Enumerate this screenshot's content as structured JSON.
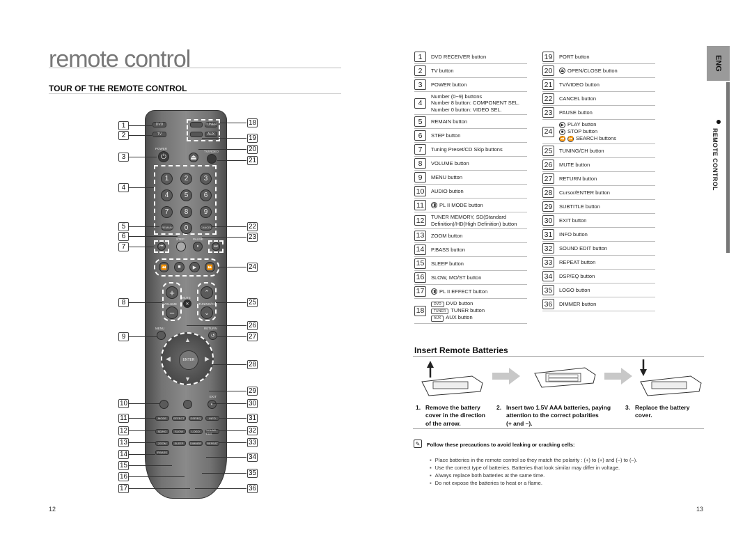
{
  "title": "remote control",
  "heading": "TOUR OF THE REMOTE CONTROL",
  "remote": {
    "dvd": "DVD",
    "tv": "TV",
    "tuner": "TUNER",
    "aux": "AUX",
    "power": "POWER",
    "tv_video": "TV/VIDEO",
    "digits": [
      "1",
      "2",
      "3",
      "4",
      "5",
      "6",
      "7",
      "8",
      "9",
      "0"
    ],
    "remain": "REMAIN",
    "cancel": "CANCEL",
    "step": "STEP",
    "pause": "PAUSE",
    "volume": "VOLUME",
    "mute": "MUTE",
    "tuning": "TUNING/CH",
    "menu": "MENU",
    "return": "RETURN",
    "enter": "ENTER",
    "exit": "EXIT",
    "audio": "AUDIO",
    "subtitle": "SUBTITLE",
    "info": "INFO",
    "mode": "MODE",
    "sd_hd": "SD/HD",
    "effect": "EFFECT",
    "tuner_memory": "TUNER MEMORY",
    "zoom": "ZOOM",
    "sleep": "SLEEP",
    "slow": "SLOW",
    "repeat": "REPEAT",
    "sound_edit": "SOUND EDIT",
    "pbass": "P.BASS",
    "dsp": "DSP/EQ",
    "logo": "LOGO",
    "dimmer": "DIMMER"
  },
  "callouts_left": [
    "1",
    "2",
    "3",
    "4",
    "5",
    "6",
    "7",
    "8",
    "9",
    "10",
    "11",
    "12",
    "13",
    "14",
    "15",
    "16",
    "17"
  ],
  "callouts_right": [
    "18",
    "19",
    "20",
    "21",
    "22",
    "23",
    "24",
    "25",
    "26",
    "27",
    "28",
    "29",
    "30",
    "31",
    "32",
    "33",
    "34",
    "35",
    "36"
  ],
  "index_left": [
    {
      "n": "1",
      "text": "DVD RECEIVER button"
    },
    {
      "n": "2",
      "text": "TV button"
    },
    {
      "n": "3",
      "text": "POWER button"
    },
    {
      "n": "4",
      "text": "Number (0~9) buttons\nNumber 8 button: COMPONENT SEL.\nNumber 0 button: VIDEO SEL."
    },
    {
      "n": "5",
      "text": "REMAIN button"
    },
    {
      "n": "6",
      "text": "STEP button"
    },
    {
      "n": "7",
      "text": "Tuning Preset/CD Skip buttons"
    },
    {
      "n": "8",
      "text": "VOLUME button"
    },
    {
      "n": "9",
      "text": "MENU button"
    },
    {
      "n": "10",
      "text": "AUDIO button"
    },
    {
      "n": "11",
      "text": "PL II MODE button"
    },
    {
      "n": "12",
      "text": "TUNER MEMORY, SD(Standard\nDefinition)/HD(High Definition) button"
    },
    {
      "n": "13",
      "text": "ZOOM button"
    },
    {
      "n": "14",
      "text": "P.BASS button"
    },
    {
      "n": "15",
      "text": "SLEEP button"
    },
    {
      "n": "16",
      "text": "SLOW, MO/ST button"
    },
    {
      "n": "17",
      "text": "PL II EFFECT button"
    },
    {
      "n": "18",
      "dvd": "DVD",
      "dvd_text": "DVD button",
      "tuner": "TUNER",
      "tuner_text": "TUNER button",
      "aux": "AUX",
      "aux_text": "AUX button"
    }
  ],
  "index_right": [
    {
      "n": "19",
      "text": "PORT button"
    },
    {
      "n": "20",
      "text": "OPEN/CLOSE button"
    },
    {
      "n": "21",
      "text": "TV/VIDEO button"
    },
    {
      "n": "22",
      "text": "CANCEL button"
    },
    {
      "n": "23",
      "text": "PAUSE button"
    },
    {
      "n": "24",
      "play": "PLAY button",
      "stop": "STOP button",
      "search": "SEARCH buttons"
    },
    {
      "n": "25",
      "text": "TUNING/CH button"
    },
    {
      "n": "26",
      "text": "MUTE button"
    },
    {
      "n": "27",
      "text": "RETURN button"
    },
    {
      "n": "28",
      "text": "Cursor/ENTER button"
    },
    {
      "n": "29",
      "text": "SUBTITLE button"
    },
    {
      "n": "30",
      "text": "EXIT button"
    },
    {
      "n": "31",
      "text": "INFO button"
    },
    {
      "n": "32",
      "text": "SOUND EDIT button"
    },
    {
      "n": "33",
      "text": "REPEAT button"
    },
    {
      "n": "34",
      "text": "DSP/EQ button"
    },
    {
      "n": "35",
      "text": "LOGO button"
    },
    {
      "n": "36",
      "text": "DIMMER button"
    }
  ],
  "side_tab": "ENG",
  "side_label": "REMOTE CONTROL",
  "batteries": {
    "heading": "Insert Remote Batteries",
    "steps": [
      {
        "n": "1.",
        "text": "Remove the battery\ncover in the direction\nof the arrow."
      },
      {
        "n": "2.",
        "text": "Insert two 1.5V AAA batteries, paying\nattention to the correct polarities\n(+ and –)."
      },
      {
        "n": "3.",
        "text": "Replace the battery\ncover."
      }
    ],
    "note_heading": "Follow these precautions to avoid leaking or cracking cells:",
    "notes": [
      "Place batteries in the remote control so they match the polarity : (+) to (+) and (–) to (–).",
      "Use the correct type of batteries. Batteries that look similar may differ in voltage.",
      "Always replace both batteries at the same time.",
      "Do not expose the batteries to heat or a flame."
    ]
  },
  "page_left": "12",
  "page_right": "13"
}
